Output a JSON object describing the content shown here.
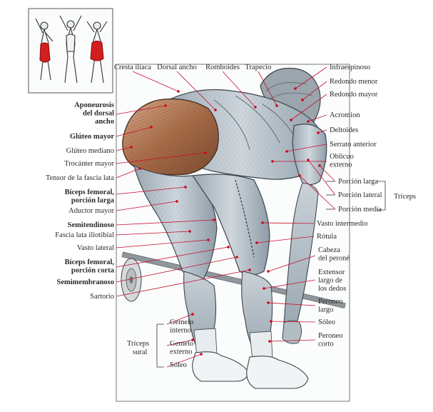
{
  "colors": {
    "leader": "#c8102e",
    "highlight": "#d0021b",
    "muscle": "#b8c3cc",
    "muscle_dark": "#8a98a4",
    "glute": "#b07a58",
    "panel_bg": "#f4f6f7"
  },
  "labels": {
    "left": [
      {
        "text": "Aponeurosis del dorsal ancho",
        "lines": [
          "Aponeurosis",
          "del dorsal",
          "ancho"
        ],
        "bold": true
      },
      {
        "text": "Glúteo mayor",
        "bold": true
      },
      {
        "text": "Glúteo mediano",
        "bold": false
      },
      {
        "text": "Trocánter mayor",
        "bold": false
      },
      {
        "text": "Tensor de la fascia lata",
        "bold": false
      },
      {
        "text": "Bíceps femoral, porción larga",
        "lines": [
          "Bíceps femoral,",
          "porción larga"
        ],
        "bold": true
      },
      {
        "text": "Aductor mayor",
        "bold": false
      },
      {
        "text": "Semitendinoso",
        "bold": true
      },
      {
        "text": "Fascia lata iliotibial",
        "bold": false
      },
      {
        "text": "Vasto lateral",
        "bold": false
      },
      {
        "text": "Bíceps femoral, porción corta",
        "lines": [
          "Bíceps femoral,",
          "porción corta"
        ],
        "bold": true
      },
      {
        "text": "Semimembranoso",
        "bold": true
      },
      {
        "text": "Sartorio",
        "bold": false
      }
    ],
    "top": [
      {
        "text": "Cresta ilíaca"
      },
      {
        "text": "Dorsal ancho"
      },
      {
        "text": "Romboides"
      },
      {
        "text": "Trapecio"
      }
    ],
    "right": [
      {
        "text": "Infraespinoso"
      },
      {
        "text": "Redondo menor"
      },
      {
        "text": "Redondo mayor"
      },
      {
        "text": "Acromion"
      },
      {
        "text": "Deltoides"
      },
      {
        "text": "Serrato anterior"
      },
      {
        "text": "Oblicuo externo",
        "lines": [
          "Oblicuo",
          "externo"
        ]
      },
      {
        "text": "Porción larga"
      },
      {
        "text": "Porción lateral"
      },
      {
        "text": "Porción media"
      },
      {
        "text": "Vasto intermedio"
      },
      {
        "text": "Rótula"
      },
      {
        "text": "Cabeza del peroné",
        "lines": [
          "Cabeza",
          "del peroné"
        ]
      },
      {
        "text": "Extensor largo de los dedos",
        "lines": [
          "Extensor",
          "largo de",
          "los dedos"
        ]
      },
      {
        "text": "Peroneo largo",
        "lines": [
          "Peroneo",
          "largo"
        ]
      },
      {
        "text": "Sóleo"
      },
      {
        "text": "Peroneo corto",
        "lines": [
          "Peroneo",
          "corto"
        ]
      }
    ],
    "bottom": [
      {
        "text": "Gemelo interno",
        "lines": [
          "Gemelo",
          "interno"
        ]
      },
      {
        "text": "Gemelo externo",
        "lines": [
          "Gemelo",
          "externo"
        ]
      },
      {
        "text": "Sóleo"
      }
    ]
  },
  "groups": {
    "triceps": "Tríceps",
    "triceps_sural": [
      "Tríceps",
      "sural"
    ]
  }
}
